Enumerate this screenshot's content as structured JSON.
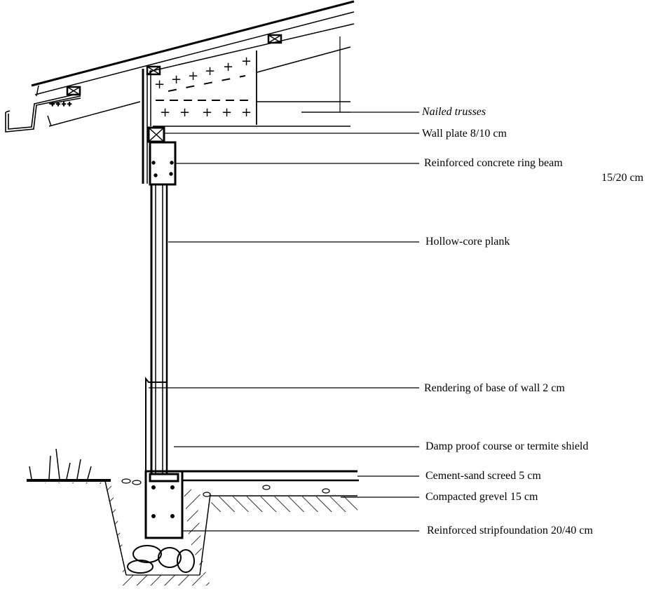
{
  "diagram": {
    "title": "",
    "type": "construction-section",
    "colors": {
      "ink": "#000000",
      "paper": "#ffffff"
    },
    "labels": [
      {
        "id": "nailed-trusses",
        "text": "Nailed trusses",
        "italic": true
      },
      {
        "id": "wall-plate",
        "text": "Wall plate 8/10 cm",
        "italic": false
      },
      {
        "id": "ring-beam",
        "text": "Reinforced concrete ring beam",
        "italic": false
      },
      {
        "id": "ring-beam-size",
        "text": "15/20 cm",
        "italic": false
      },
      {
        "id": "hollow-core-plank",
        "text": "Hollow-core plank",
        "italic": false
      },
      {
        "id": "rendering",
        "text": "Rendering of base of wall 2 cm",
        "italic": false
      },
      {
        "id": "damp-proof",
        "text": "Damp proof course or termite shield",
        "italic": false
      },
      {
        "id": "screed",
        "text": "Cement-sand screed 5 cm",
        "italic": false
      },
      {
        "id": "gravel",
        "text": "Compacted grevel 15 cm",
        "italic": false
      },
      {
        "id": "strip-foundation",
        "text": "Reinforced stripfoundation 20/40 cm",
        "italic": false
      }
    ]
  }
}
